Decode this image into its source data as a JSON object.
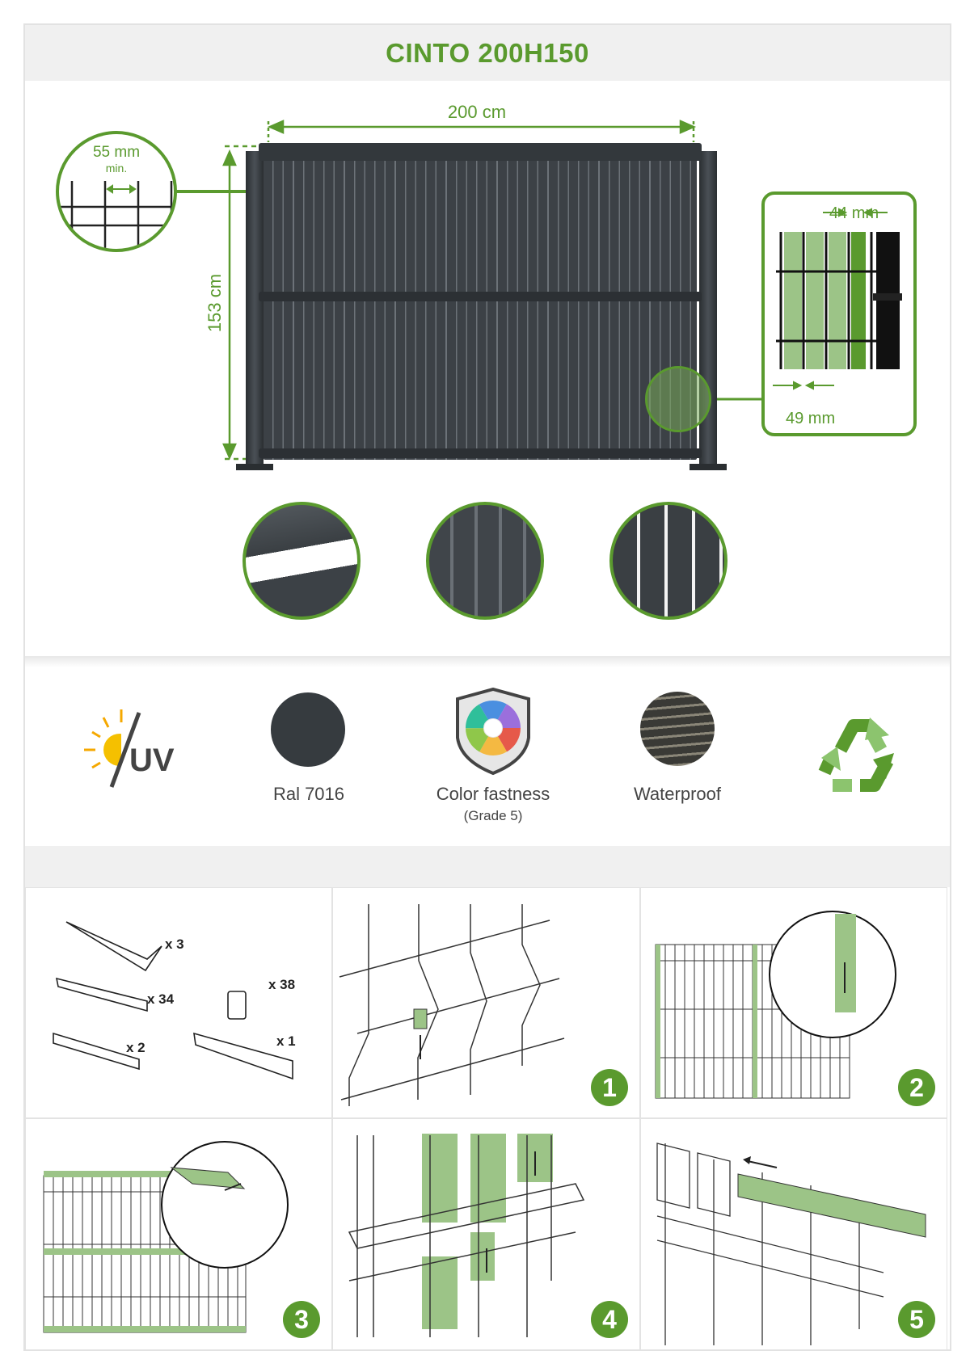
{
  "title": "CINTO 200H150",
  "dimensions": {
    "width": "200 cm",
    "height": "153 cm",
    "mesh_spacing": "55 mm",
    "mesh_min": "min.",
    "slat_width": "44 mm",
    "slat_pitch": "49 mm"
  },
  "features": [
    {
      "icon": "uv-resistant-icon",
      "label": "UV"
    },
    {
      "icon": "color-swatch-icon",
      "label": "Ral 7016",
      "color": "#363b3f"
    },
    {
      "icon": "color-fastness-shield-icon",
      "label": "Color fastness",
      "sub": "(Grade 5)"
    },
    {
      "icon": "water-drops-icon",
      "label": "Waterproof"
    },
    {
      "icon": "recycle-icon",
      "label": ""
    }
  ],
  "kit": [
    {
      "part": "top-cap",
      "qty": "x 3"
    },
    {
      "part": "clip",
      "qty": "x 38"
    },
    {
      "part": "slat",
      "qty": "x 34"
    },
    {
      "part": "short-slat",
      "qty": "x 2"
    },
    {
      "part": "bottom-profile",
      "qty": "x 1"
    }
  ],
  "steps": [
    "1",
    "2",
    "3",
    "4",
    "5"
  ],
  "colors": {
    "accent": "#5a9a2e",
    "slat_light": "#9cc487",
    "panel": "#3c4146"
  }
}
